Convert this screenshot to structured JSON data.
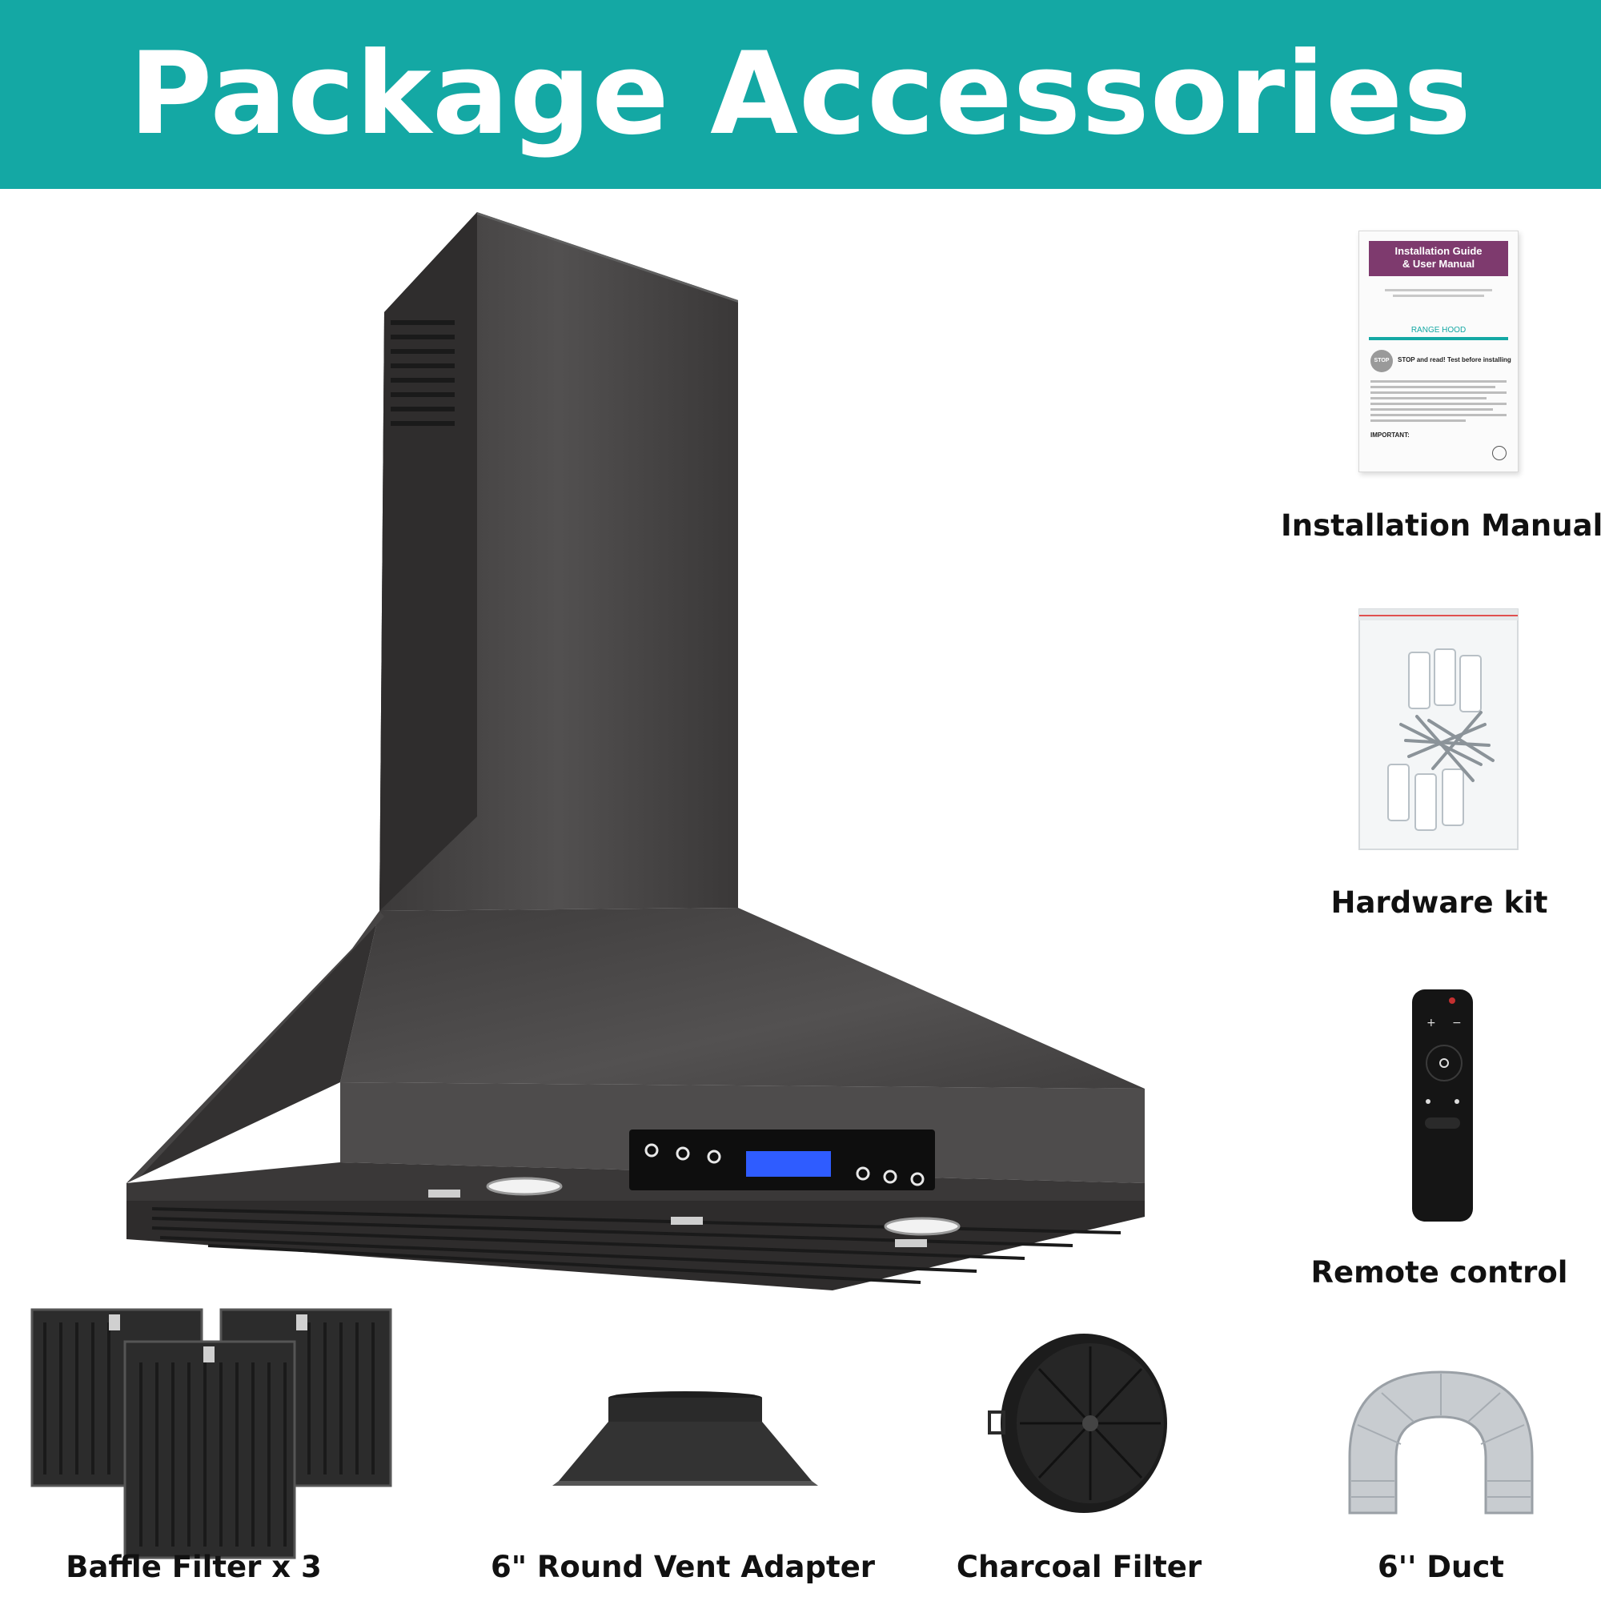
{
  "banner": {
    "title": "Package Accessories"
  },
  "manual_cover": {
    "title_line1": "Installation Guide",
    "title_line2": "& User Manual",
    "band_text": "RANGE HOOD",
    "stop_text": "STOP and read! Test before installing",
    "important_text": "IMPORTANT:"
  },
  "items": {
    "installation_manual": "Installation Manual",
    "hardware_kit": "Hardware kit",
    "remote_control": "Remote control",
    "baffle_filter": "Baffle Filter x 3",
    "vent_adapter": "6\" Round Vent Adapter",
    "charcoal_filter": "Charcoal Filter",
    "duct": "6'' Duct"
  },
  "colors": {
    "banner": "#14a8a4",
    "hood_metal": "#4a4848",
    "display_blue": "#2f5cff"
  }
}
